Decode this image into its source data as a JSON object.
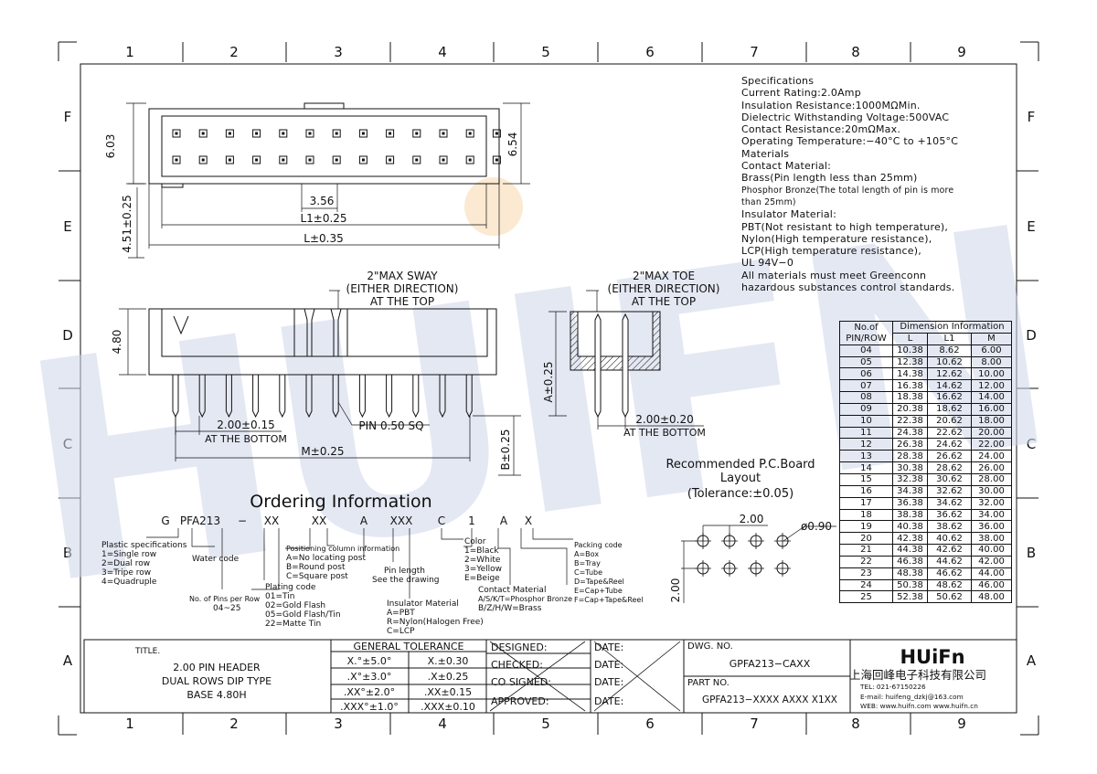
{
  "frame": {
    "columns": [
      "1",
      "2",
      "3",
      "4",
      "5",
      "6",
      "7",
      "8",
      "9"
    ],
    "rows": [
      "F",
      "E",
      "D",
      "C",
      "B",
      "A"
    ]
  },
  "watermark": {
    "text": "HUIFN",
    "color": "#cfd7ea",
    "accent": "#f4c48a"
  },
  "top_view": {
    "dims": {
      "h1": "6.03",
      "h2": "6.54",
      "pitch": "3.56",
      "l1": "L1±0.25",
      "l": "L±0.35",
      "side": "4.51±0.25"
    }
  },
  "front_view": {
    "height": "4.80",
    "sway_note": [
      "2\"MAX SWAY",
      "(EITHER DIRECTION)",
      "AT THE TOP"
    ],
    "pitch": "2.00±0.15",
    "pitch_note": "AT THE BOTTOM",
    "pin": "PIN 0.50 SQ",
    "m": "M±0.25",
    "b": "B±0.25"
  },
  "side_view": {
    "toe_note": [
      "2\"MAX TOE",
      "(EITHER DIRECTION)",
      "AT THE TOP"
    ],
    "a": "A±0.25",
    "pitch": "2.00±0.20",
    "pitch_note": "AT THE BOTTOM"
  },
  "specs": {
    "lines": [
      "Specifications",
      "Current Rating:2.0Amp",
      "Insulation  Resistance:1000MΩMin.",
      "Dielectric  Withstanding  Voltage:500VAC",
      "Contact  Resistance:20mΩMax.",
      "Operating  Temperature:−40°C  to  +105°C",
      "Materials",
      "Contact  Material:",
      "Brass(Pin  length  less  than  25mm)"
    ],
    "phosphor": [
      "Phosphor Bronze(The total length of pin is more",
      "than 25mm)"
    ],
    "lines2": [
      "Insulator  Material:",
      "PBT(Not  resistant  to  high  temperature),",
      "Nylon(High  temperature  resistance),",
      "LCP(High  temperature  resistance),",
      "UL  94V−0",
      "All  materials  must  meet  Greenconn",
      "hazardous  substances  control  standards."
    ]
  },
  "dimension_table": {
    "head1": "No.of",
    "head2": "PIN/ROW",
    "group": "Dimension  Information",
    "cols": [
      "L",
      "L1",
      "M"
    ],
    "rows": [
      [
        "04",
        "10.38",
        "8.62",
        "6.00"
      ],
      [
        "05",
        "12.38",
        "10.62",
        "8.00"
      ],
      [
        "06",
        "14.38",
        "12.62",
        "10.00"
      ],
      [
        "07",
        "16.38",
        "14.62",
        "12.00"
      ],
      [
        "08",
        "18.38",
        "16.62",
        "14.00"
      ],
      [
        "09",
        "20.38",
        "18.62",
        "16.00"
      ],
      [
        "10",
        "22.38",
        "20.62",
        "18.00"
      ],
      [
        "11",
        "24.38",
        "22.62",
        "20.00"
      ],
      [
        "12",
        "26.38",
        "24.62",
        "22.00"
      ],
      [
        "13",
        "28.38",
        "26.62",
        "24.00"
      ],
      [
        "14",
        "30.38",
        "28.62",
        "26.00"
      ],
      [
        "15",
        "32.38",
        "30.62",
        "28.00"
      ],
      [
        "16",
        "34.38",
        "32.62",
        "30.00"
      ],
      [
        "17",
        "36.38",
        "34.62",
        "32.00"
      ],
      [
        "18",
        "38.38",
        "36.62",
        "34.00"
      ],
      [
        "19",
        "40.38",
        "38.62",
        "36.00"
      ],
      [
        "20",
        "42.38",
        "40.62",
        "38.00"
      ],
      [
        "21",
        "44.38",
        "42.62",
        "40.00"
      ],
      [
        "22",
        "46.38",
        "44.62",
        "42.00"
      ],
      [
        "23",
        "48.38",
        "46.62",
        "44.00"
      ],
      [
        "24",
        "50.38",
        "48.62",
        "46.00"
      ],
      [
        "25",
        "52.38",
        "50.62",
        "48.00"
      ]
    ]
  },
  "pcb": {
    "title": [
      "Recommended  P.C.Board",
      "Layout",
      "(Tolerance:±0.05)"
    ],
    "pitch_x": "2.00",
    "pitch_y": "2.00",
    "hole": "ø0.90"
  },
  "ordering": {
    "title": "Ordering  Information",
    "code": [
      "G",
      "PFA213",
      "−",
      "XX",
      "XX",
      "A",
      "XXX",
      "C",
      "1",
      "A",
      "X"
    ],
    "plastic": [
      "Plastic  specifications",
      "1=Single row",
      "2=Dual row",
      "3=Tripe row",
      "4=Quadruple"
    ],
    "water": "Water  code",
    "pins": [
      "No. of Pins per Row",
      "04~25"
    ],
    "plating": [
      "Plating  code",
      "01=Tin",
      "02=Gold  Flash",
      "05=Gold  Flash/Tin",
      "22=Matte  Tin"
    ],
    "positioning": [
      "Positioning column information",
      "A=No  locating  post",
      "B=Round  post",
      "C=Square  post"
    ],
    "pinlen": [
      "Pin  length",
      "See  the  drawing"
    ],
    "insulator": [
      "Insulator  Material",
      "A=PBT",
      "R=Nylon(Halogen  Free)",
      "C=LCP"
    ],
    "color": [
      "Color",
      "1=Black",
      "2=White",
      "3=Yellow",
      "E=Beige"
    ],
    "contact": [
      "Contact  Material",
      "A/S/K/T=Phosphor  Bronze",
      "B/Z/H/W=Brass"
    ],
    "packing": [
      "Packing code",
      "A=Box",
      "B=Tray",
      "C=Tube",
      "D=Tape&Reel",
      "E=Cap+Tube",
      "F=Cap+Tape&Reel"
    ]
  },
  "title_block": {
    "title_label": "TITLE.",
    "title_lines": [
      "2.00  PIN  HEADER",
      "DUAL  ROWS  DIP  TYPE",
      "BASE  4.80H"
    ],
    "tolerance_head": "GENERAL  TOLERANCE",
    "tol_left": [
      "X.°±5.0°",
      ".X°±3.0°",
      ".XX°±2.0°",
      ".XXX°±1.0°"
    ],
    "tol_right": [
      "X.±0.30",
      ".X±0.25",
      ".XX±0.15",
      ".XXX±0.10"
    ],
    "sign_rows": [
      "DESIGNED:",
      "CHECKED:",
      "CO SIGNED:",
      "APPROVED:"
    ],
    "date_label": "DATE:",
    "dwg_label": "DWG.  NO.",
    "dwg_no": "GPFA213−CAXX",
    "part_label": "PART  NO.",
    "part_no": "GPFA213−XXXX  AXXX  X1XX",
    "company_logo": "HUiFn",
    "company_name": "上海回峰电子科技有限公司",
    "tel": "TEL:  021-67150226",
    "email": "E-mail:  huifeng_dzkj@163.com",
    "web": "WEB:  www.huifn.com  www.huifn.cn"
  }
}
